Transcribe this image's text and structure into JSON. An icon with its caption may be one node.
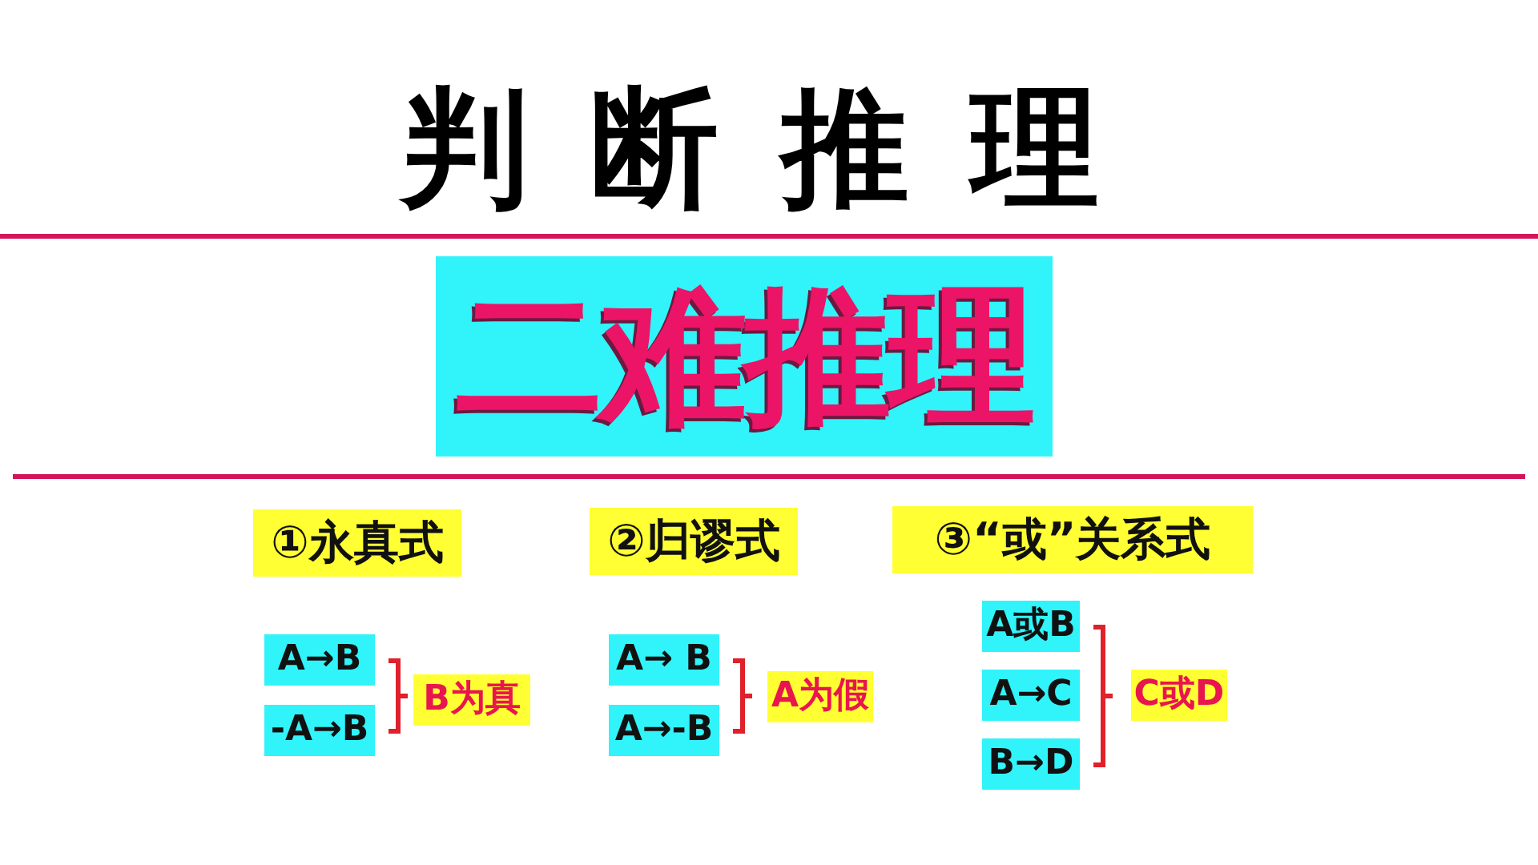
{
  "diagram": {
    "title": "判断推理",
    "nodes": [
      {
        "text": [
          "二难推理"
        ]
      },
      {
        "text": [
          "①永真式"
        ]
      },
      {
        "text": [
          "A→B"
        ]
      },
      {
        "text": [
          "-A→B"
        ]
      },
      {
        "text": [
          "B为真"
        ]
      },
      {
        "text": [
          "②归谬式"
        ]
      },
      {
        "text": [
          "A→ B"
        ]
      },
      {
        "text": [
          "A→-B"
        ]
      },
      {
        "text": [
          "A为假"
        ]
      },
      {
        "text": [
          "③“或”关系式"
        ]
      },
      {
        "text": [
          "A或B"
        ]
      },
      {
        "text": [
          "A→C"
        ]
      },
      {
        "text": [
          "B→D"
        ]
      },
      {
        "text": [
          "C或D"
        ]
      }
    ]
  }
}
